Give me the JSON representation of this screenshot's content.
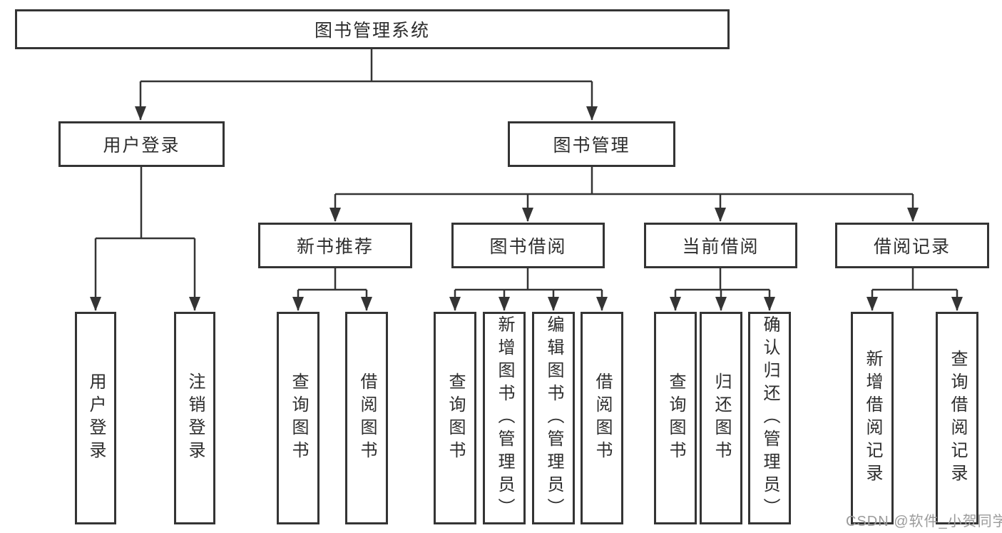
{
  "diagram": {
    "type": "hierarchy-tree",
    "colors": {
      "background": "#ffffff",
      "line": "#343434",
      "box_border": "#343434",
      "text": "#2d2d2d",
      "watermark": "#9b9b9b"
    },
    "nodes": {
      "root": {
        "label": "图书管理系统"
      },
      "level2": [
        {
          "label": "用户登录"
        },
        {
          "label": "图书管理"
        }
      ],
      "level3": [
        {
          "label": "新书推荐",
          "parent": "图书管理"
        },
        {
          "label": "图书借阅",
          "parent": "图书管理"
        },
        {
          "label": "当前借阅",
          "parent": "图书管理"
        },
        {
          "label": "借阅记录",
          "parent": "图书管理"
        }
      ],
      "leaves": [
        {
          "label": "用户登录",
          "parent": "用户登录"
        },
        {
          "label": "注销登录",
          "parent": "用户登录"
        },
        {
          "label": "查询图书",
          "parent": "新书推荐"
        },
        {
          "label": "借阅图书",
          "parent": "新书推荐"
        },
        {
          "label": "查询图书",
          "parent": "图书借阅"
        },
        {
          "label": "新增图书（管理员）",
          "parent": "图书借阅"
        },
        {
          "label": "编辑图书（管理员）",
          "parent": "图书借阅"
        },
        {
          "label": "借阅图书",
          "parent": "图书借阅"
        },
        {
          "label": "查询图书",
          "parent": "当前借阅"
        },
        {
          "label": "归还图书",
          "parent": "当前借阅"
        },
        {
          "label": "确认归还（管理员）",
          "parent": "当前借阅"
        },
        {
          "label": "新增借阅记录",
          "parent": "借阅记录"
        },
        {
          "label": "查询借阅记录",
          "parent": "借阅记录"
        }
      ]
    },
    "watermark": "CSDN @软件_小贺同学"
  }
}
